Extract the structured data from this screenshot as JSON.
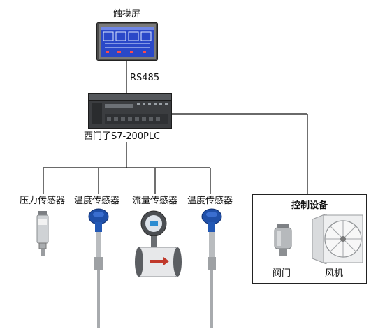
{
  "hmi": {
    "label": "触摸屏"
  },
  "link": {
    "label": "RS485"
  },
  "plc": {
    "label": "西门子S7-200PLC"
  },
  "sensors": [
    {
      "label": "压力传感器",
      "icon": "pressure-sensor-icon"
    },
    {
      "label": "温度传感器",
      "icon": "thermocouple-icon"
    },
    {
      "label": "流量传感器",
      "icon": "flowmeter-icon"
    },
    {
      "label": "温度传感器",
      "icon": "thermocouple-icon"
    }
  ],
  "control": {
    "title": "控制设备",
    "devices": [
      {
        "label": "阀门",
        "icon": "valve-icon"
      },
      {
        "label": "风机",
        "icon": "fan-icon"
      }
    ]
  },
  "colors": {
    "line": "#111111",
    "accent_blue": "#1f4fa8",
    "flange_red": "#c0392b"
  }
}
